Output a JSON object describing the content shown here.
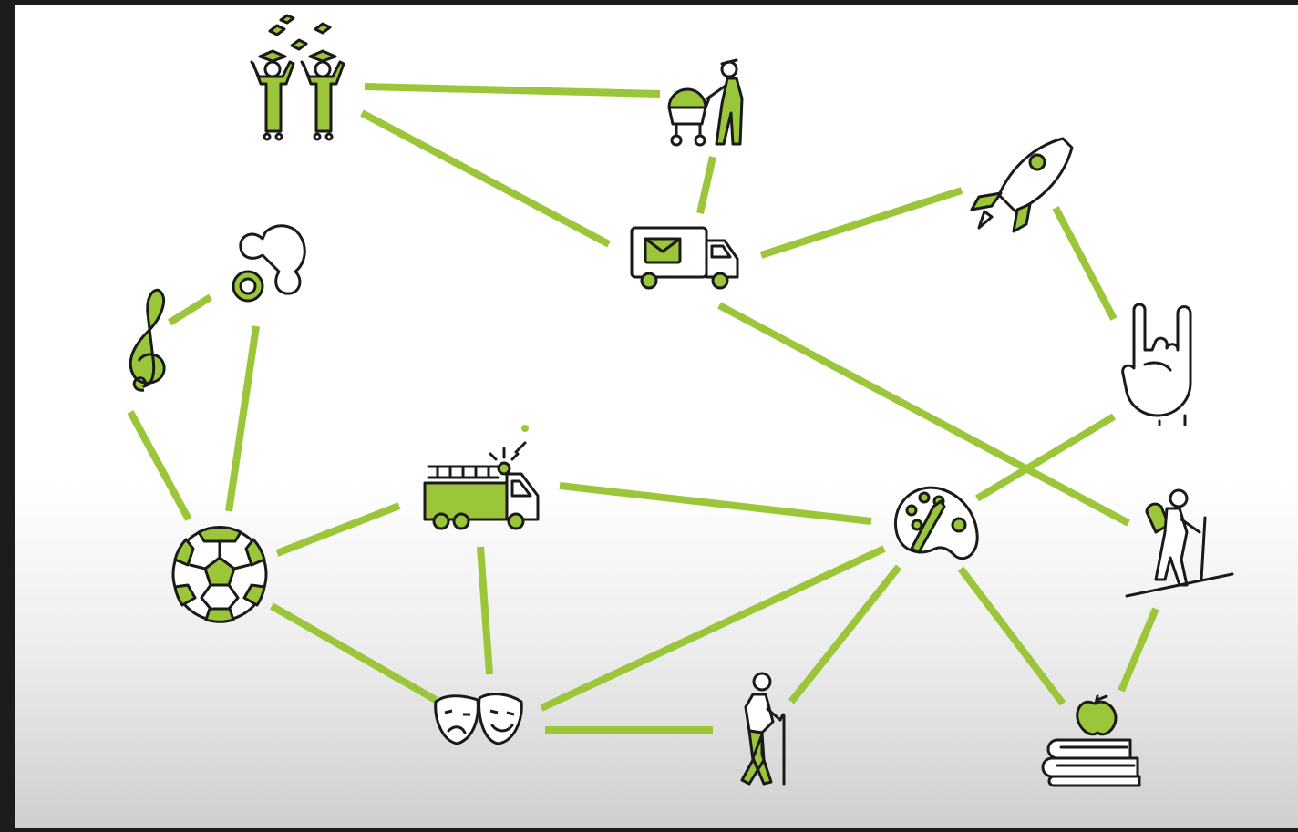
{
  "colors": {
    "accent": "#9cc63a",
    "ink": "#1a1a1a",
    "frame": "#1c1c1c"
  },
  "nodes": [
    {
      "id": "graduates",
      "icon": "graduates-icon"
    },
    {
      "id": "stroller",
      "icon": "parent-stroller-icon"
    },
    {
      "id": "mail-truck",
      "icon": "mail-truck-icon"
    },
    {
      "id": "rocket",
      "icon": "rocket-icon"
    },
    {
      "id": "rock-hand",
      "icon": "rock-hand-icon"
    },
    {
      "id": "pacifier",
      "icon": "pacifier-icon"
    },
    {
      "id": "treble-clef",
      "icon": "treble-clef-icon"
    },
    {
      "id": "fire-truck",
      "icon": "fire-truck-icon"
    },
    {
      "id": "palette",
      "icon": "palette-icon"
    },
    {
      "id": "hiker",
      "icon": "hiker-icon"
    },
    {
      "id": "soccer-ball",
      "icon": "soccer-ball-icon"
    },
    {
      "id": "theater-masks",
      "icon": "theater-masks-icon"
    },
    {
      "id": "elderly",
      "icon": "elderly-person-icon"
    },
    {
      "id": "books",
      "icon": "books-apple-icon"
    }
  ],
  "edges": [
    [
      "graduates",
      "stroller"
    ],
    [
      "graduates",
      "mail-truck"
    ],
    [
      "stroller",
      "mail-truck"
    ],
    [
      "mail-truck",
      "rocket"
    ],
    [
      "rocket",
      "rock-hand"
    ],
    [
      "mail-truck",
      "hiker"
    ],
    [
      "rock-hand",
      "palette"
    ],
    [
      "treble-clef",
      "pacifier"
    ],
    [
      "pacifier",
      "soccer-ball"
    ],
    [
      "treble-clef",
      "soccer-ball"
    ],
    [
      "soccer-ball",
      "fire-truck"
    ],
    [
      "fire-truck",
      "palette"
    ],
    [
      "fire-truck",
      "theater-masks"
    ],
    [
      "soccer-ball",
      "theater-masks"
    ],
    [
      "theater-masks",
      "palette"
    ],
    [
      "theater-masks",
      "elderly"
    ],
    [
      "elderly",
      "palette"
    ],
    [
      "palette",
      "books"
    ],
    [
      "hiker",
      "books"
    ]
  ]
}
